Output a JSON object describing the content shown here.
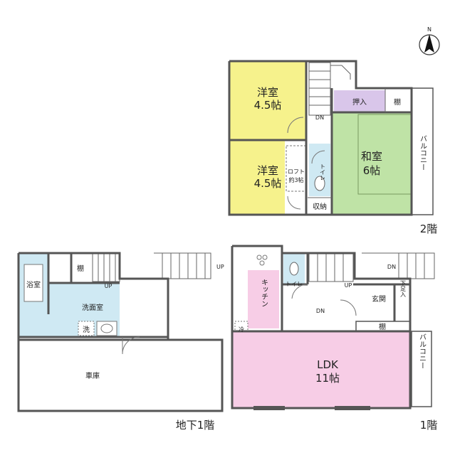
{
  "compass": {
    "label": "N"
  },
  "floors": {
    "second": "2階",
    "first": "1階",
    "basement": "地下1階"
  },
  "rooms": {
    "western1": {
      "name": "洋室",
      "size": "4.5帖"
    },
    "western2": {
      "name": "洋室",
      "size": "4.5帖"
    },
    "japanese": {
      "name": "和室",
      "size": "6帖"
    },
    "oshiire": "押入",
    "shelf_2f": "棚",
    "balcony_2f": "バルコニー",
    "toilet_2f": "トイレ",
    "loft": "ロフト",
    "loft_size": "約3帖",
    "storage": "収納",
    "dn_2f": "DN",
    "bath": "浴室",
    "shelf_b1": "棚",
    "up_b1_inner": "UP",
    "washroom": "洗面室",
    "washer": "洗",
    "garage": "車庫",
    "up_b1_outer": "UP",
    "kitchen": "キッチン",
    "fridge": "冷",
    "toilet_1f": "トイレ",
    "up_1f": "UP",
    "dn_1f_stair": "DN",
    "dn_1f_outer": "DN",
    "entrance": "玄関",
    "step": "下足入",
    "shelf_1f": "棚",
    "ldk": {
      "name": "LDK",
      "size": "11帖"
    },
    "balcony_1f": "バルコニー"
  },
  "colors": {
    "western": "#f6f28c",
    "japanese": "#bfe3a6",
    "oshiire": "#d9c6ea",
    "ldk": "#f7cde6",
    "water": "#cfe9f3",
    "wall": "#555555"
  }
}
